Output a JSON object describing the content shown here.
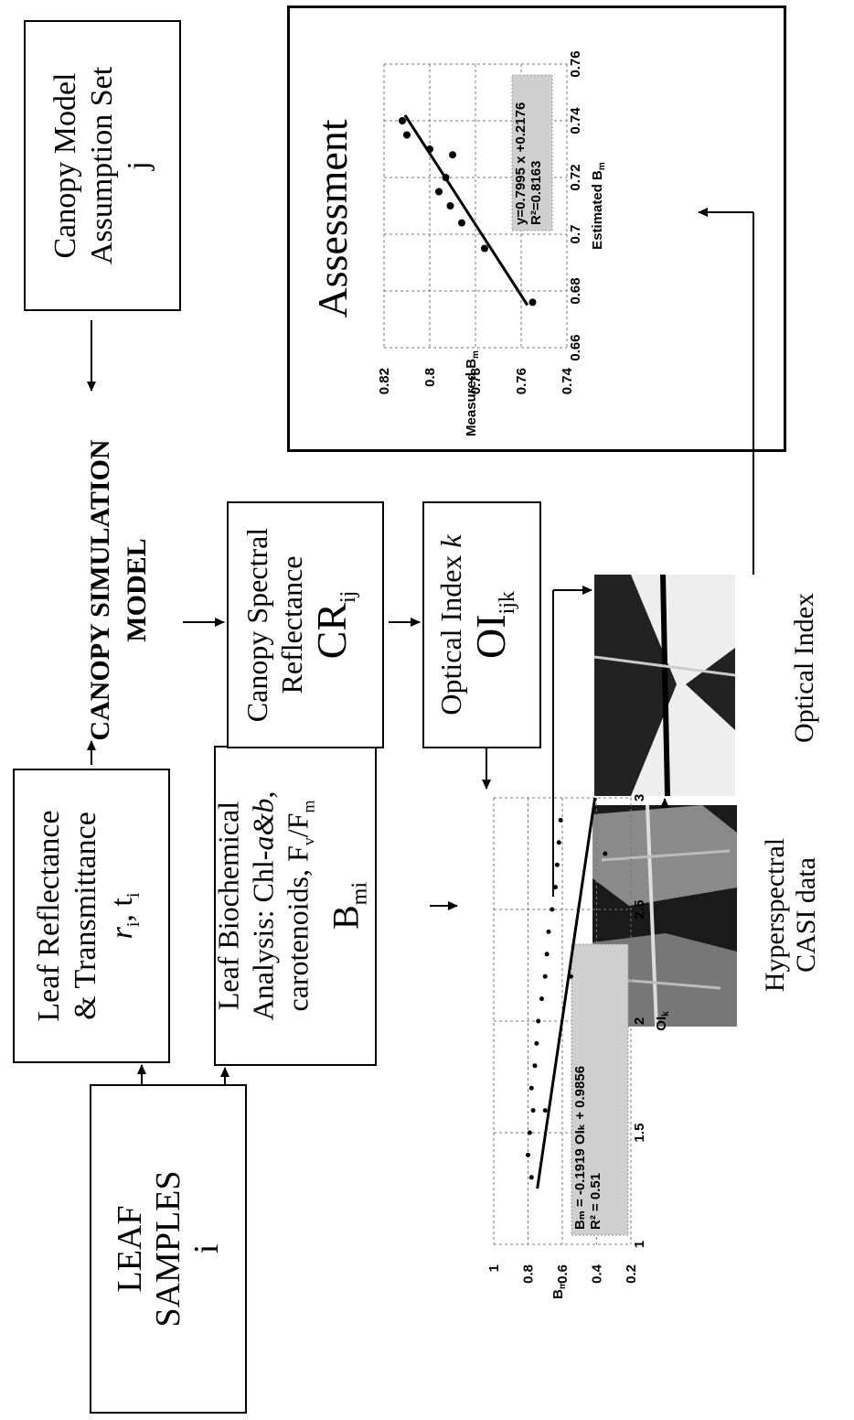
{
  "leaf_samples": {
    "l1": "LEAF",
    "l2": "SAMPLES",
    "l3": "i"
  },
  "leaf_reflectance": {
    "l1": "Leaf Reflectance",
    "l2": "& Transmittance",
    "l3": "r",
    "l3b": "i",
    "l3c": ", t",
    "l3d": "i"
  },
  "leaf_biochem": {
    "l1": "Leaf Biochemical",
    "l2a": "Analysis: Chl-",
    "l2b": "a&b",
    "l2c": ",",
    "l3a": "carotenoids, F",
    "l3b": "v",
    "l3c": "/F",
    "l3d": "m",
    "l4": "B",
    "l4s": "mi"
  },
  "canopy_sim": {
    "l1": "CANOPY SIMULATION",
    "l2": "MODEL"
  },
  "canopy_model": {
    "l1": "Canopy Model",
    "l2": "Assumption Set",
    "l3": "j"
  },
  "canopy_reflectance": {
    "l1": "Canopy Spectral",
    "l2": "Reflectance",
    "l3": "CR",
    "l3s": "ij"
  },
  "optical_index_box": {
    "l1a": "Optical Index ",
    "l1b": "k",
    "l2": "OI",
    "l2s": "ijk"
  },
  "images": {
    "hyper1": "Hyperspectral",
    "hyper2": "CASI data",
    "optical": "Optical Index"
  },
  "assessment": {
    "title": "Assessment"
  },
  "chart_data": [
    {
      "type": "scatter",
      "xlabel": "OI",
      "xlabel_sub": "k",
      "ylabel": "B",
      "ylabel_sub": "m",
      "xlim": [
        1,
        3
      ],
      "ylim": [
        0.2,
        1
      ],
      "xticks": [
        "1",
        "1.5",
        "2",
        "2.5",
        "3"
      ],
      "yticks": [
        "0.2",
        "0.4",
        "0.6",
        "0.8",
        "1"
      ],
      "annotation": [
        "Bₘ = -0.1919 OIₖ + 0.9856",
        "R² = 0.51"
      ],
      "points": [
        [
          1.3,
          0.78
        ],
        [
          1.4,
          0.8
        ],
        [
          1.5,
          0.79
        ],
        [
          1.6,
          0.77
        ],
        [
          1.7,
          0.78
        ],
        [
          1.8,
          0.76
        ],
        [
          1.9,
          0.75
        ],
        [
          2.0,
          0.74
        ],
        [
          2.1,
          0.72
        ],
        [
          2.2,
          0.7
        ],
        [
          2.3,
          0.69
        ],
        [
          2.4,
          0.68
        ],
        [
          2.5,
          0.66
        ],
        [
          2.6,
          0.64
        ],
        [
          2.7,
          0.63
        ],
        [
          2.8,
          0.62
        ],
        [
          2.9,
          0.61
        ],
        [
          2.75,
          0.35
        ],
        [
          2.2,
          0.55
        ],
        [
          1.6,
          0.7
        ]
      ],
      "fit": {
        "slope": -0.1919,
        "intercept": 0.9856,
        "x_range": [
          1.25,
          3.0
        ]
      }
    },
    {
      "type": "scatter",
      "xlabel": "Estimated B",
      "xlabel_sub": "m",
      "ylabel": "Measured B",
      "ylabel_sub": "m",
      "xlim": [
        0.66,
        0.76
      ],
      "ylim": [
        0.74,
        0.82
      ],
      "xticks": [
        "0.66",
        "0.68",
        "0.7",
        "0.72",
        "0.74",
        "0.76"
      ],
      "yticks": [
        "0.74",
        "0.76",
        "0.78",
        "0.8",
        "0.82"
      ],
      "annotation": [
        "y=0.7995 x +0.2176",
        "R²=0.8163"
      ],
      "points": [
        [
          0.676,
          0.755
        ],
        [
          0.695,
          0.776
        ],
        [
          0.704,
          0.786
        ],
        [
          0.71,
          0.791
        ],
        [
          0.715,
          0.796
        ],
        [
          0.72,
          0.793
        ],
        [
          0.728,
          0.79
        ],
        [
          0.73,
          0.8
        ],
        [
          0.735,
          0.81
        ],
        [
          0.74,
          0.812
        ]
      ],
      "fit": {
        "slope": 0.7995,
        "intercept": 0.2176,
        "x_range": [
          0.675,
          0.742
        ]
      }
    }
  ]
}
